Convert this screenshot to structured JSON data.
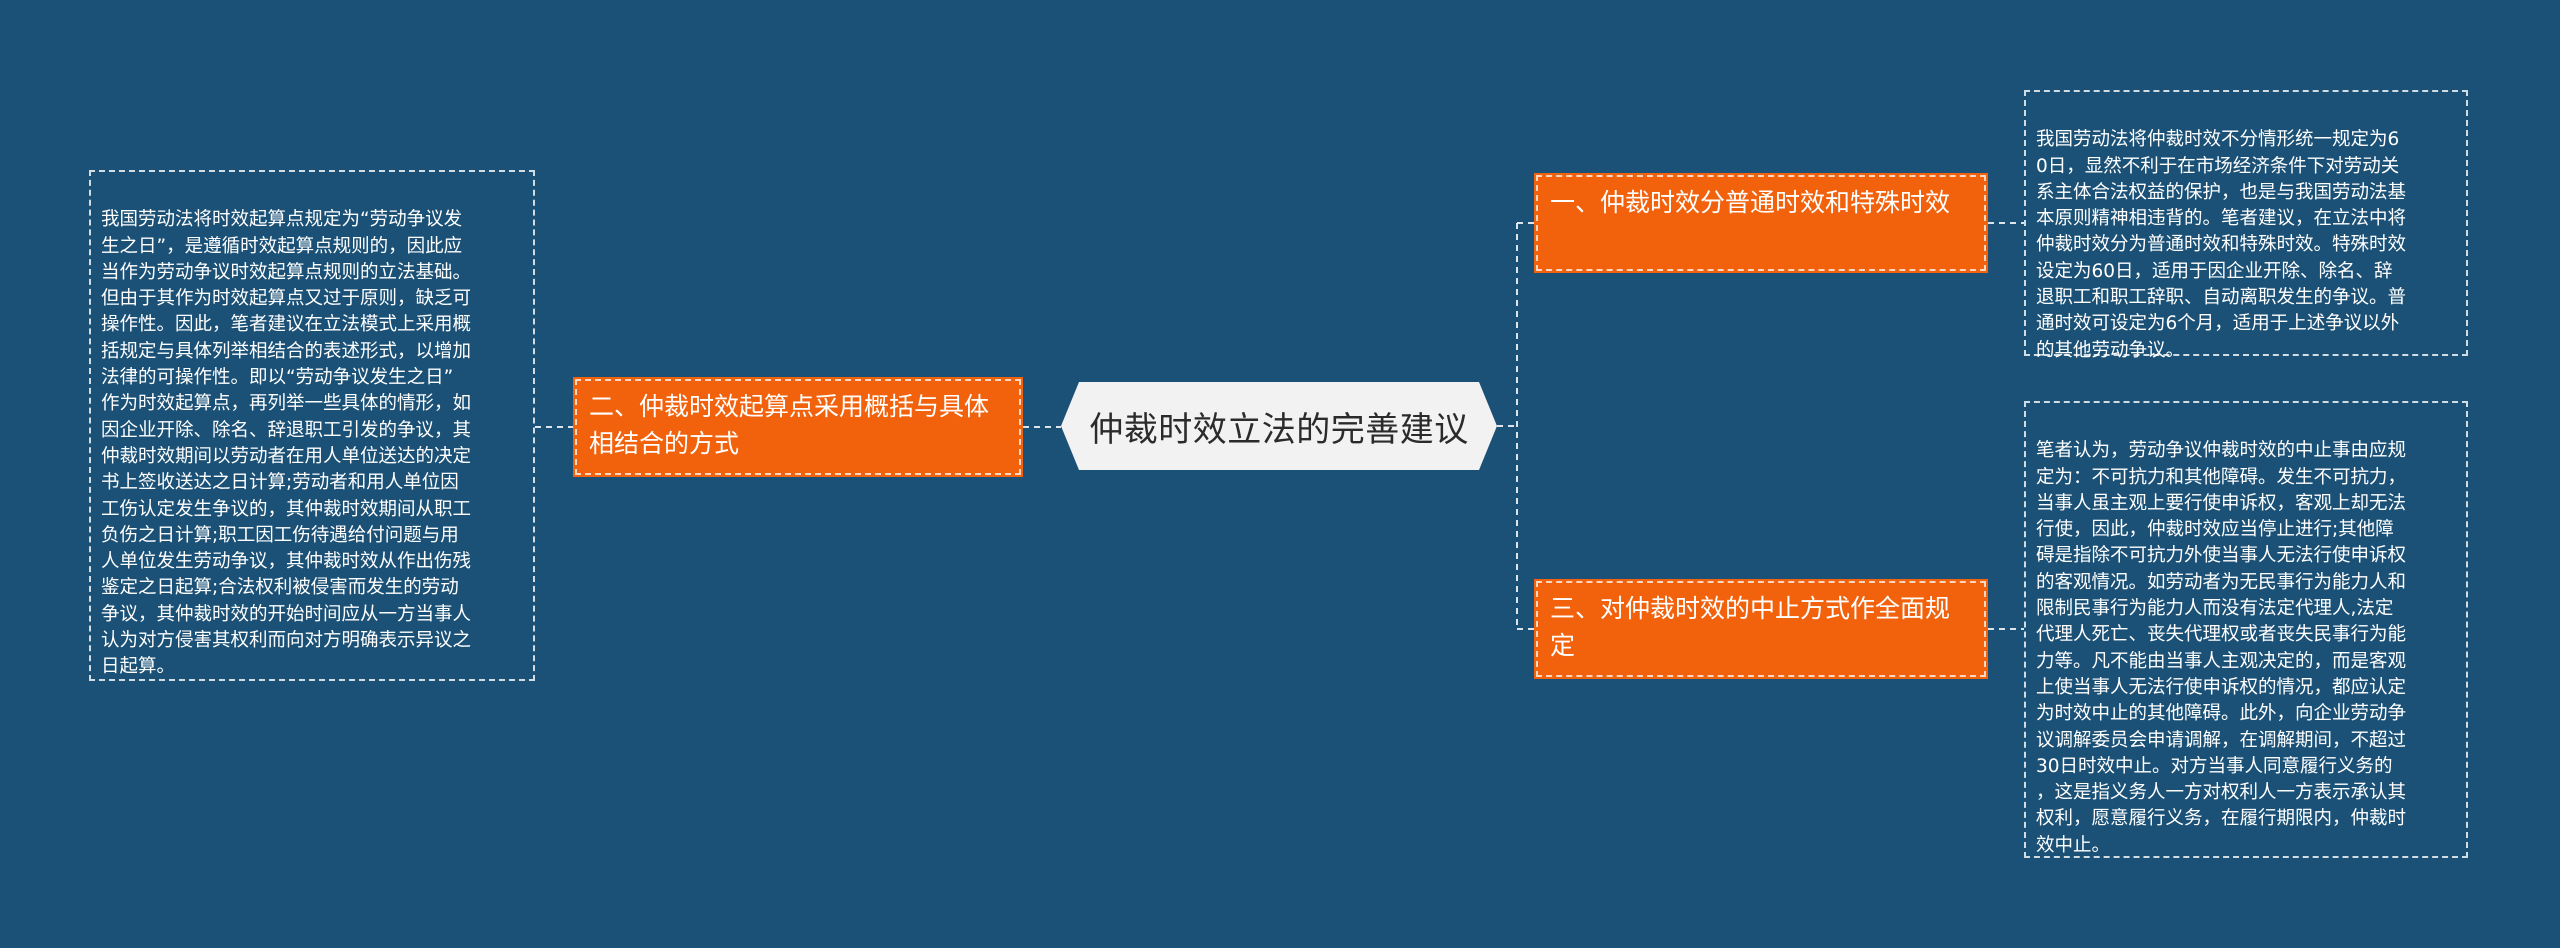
{
  "central": {
    "title": "仲裁时效立法的完善建议"
  },
  "topics": [
    {
      "label": "一、仲裁时效分普通时效和特殊时效",
      "note": "我国劳动法将仲裁时效不分情形统一规定为6\n0日，显然不利于在市场经济条件下对劳动关\n系主体合法权益的保护，也是与我国劳动法基\n本原则精神相违背的。笔者建议，在立法中将\n仲裁时效分为普通时效和特殊时效。特殊时效\n设定为60日，适用于因企业开除、除名、辞\n退职工和职工辞职、自动离职发生的争议。普\n通时效可设定为6个月，适用于上述争议以外\n的其他劳动争议。"
    },
    {
      "label": "二、仲裁时效起算点采用概括与具体相结合的方式",
      "note": "我国劳动法将时效起算点规定为“劳动争议发\n生之日”，是遵循时效起算点规则的，因此应\n当作为劳动争议时效起算点规则的立法基础。\n但由于其作为时效起算点又过于原则，缺乏可\n操作性。因此，笔者建议在立法模式上采用概\n括规定与具体列举相结合的表述形式，以增加\n法律的可操作性。即以“劳动争议发生之日”\n作为时效起算点，再列举一些具体的情形，如\n因企业开除、除名、辞退职工引发的争议，其\n仲裁时效期间以劳动者在用人单位送达的决定\n书上签收送达之日计算;劳动者和用人单位因\n工伤认定发生争议的，其仲裁时效期间从职工\n负伤之日计算;职工因工伤待遇给付问题与用\n人单位发生劳动争议，其仲裁时效从作出伤残\n鉴定之日起算;合法权利被侵害而发生的劳动\n争议，其仲裁时效的开始时间应从一方当事人\n认为对方侵害其权利而向对方明确表示异议之\n日起算。"
    },
    {
      "label": "三、对仲裁时效的中止方式作全面规定",
      "note": "笔者认为，劳动争议仲裁时效的中止事由应规\n定为：不可抗力和其他障碍。发生不可抗力，\n当事人虽主观上要行使申诉权，客观上却无法\n行使，因此，仲裁时效应当停止进行;其他障\n碍是指除不可抗力外使当事人无法行使申诉权\n的客观情况。如劳动者为无民事行为能力人和\n限制民事行为能力人而没有法定代理人,法定\n代理人死亡、丧失代理权或者丧失民事行为能\n力等。凡不能由当事人主观决定的，而是客观\n上使当事人无法行使申诉权的情况，都应认定\n为时效中止的其他障碍。此外，向企业劳动争\n议调解委员会申请调解，在调解期间，不超过\n30日时效中止。对方当事人同意履行义务的\n，这是指义务人一方对权利人一方表示承认其\n权利，愿意履行义务，在履行期限内，仲裁时\n效中止。"
    }
  ],
  "colors": {
    "background": "#1b5176",
    "topic_fill": "#f2620d",
    "central_fill": "#f2f2f2",
    "connector": "#ffffff"
  }
}
